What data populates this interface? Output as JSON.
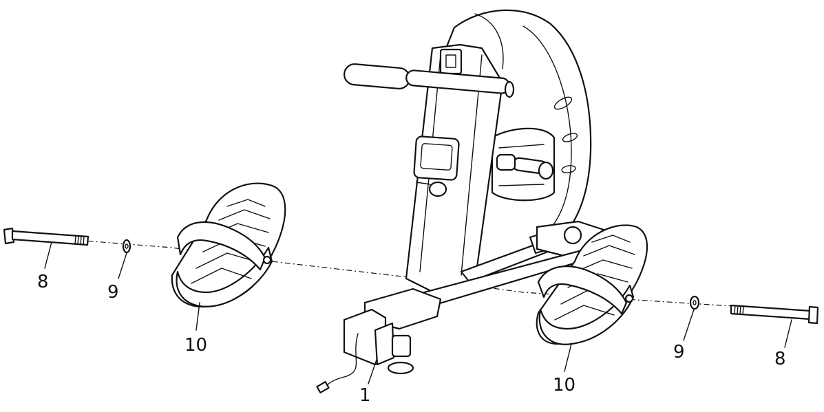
{
  "callouts": {
    "frame": "1",
    "bolt_left": "8",
    "bolt_right": "8",
    "washer_left": "9",
    "washer_right": "9",
    "pedal_left": "10",
    "pedal_right": "10"
  },
  "colors": {
    "line": "#111111",
    "background": "#ffffff"
  }
}
